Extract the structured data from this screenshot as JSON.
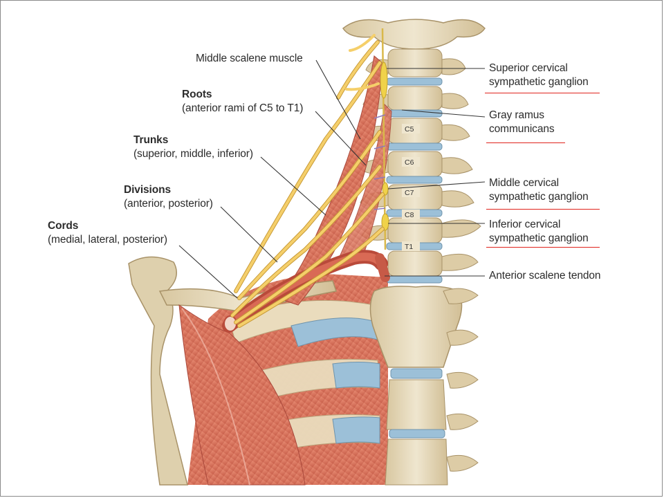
{
  "colors": {
    "bone": "#eadfc3",
    "bone_shade": "#c8b48a",
    "disc": "#9cc0d8",
    "muscle": "#e07a62",
    "muscle_dark": "#b9523e",
    "nerve": "#f2c862",
    "ganglion": "#f0d24a",
    "annotation_underline": "#e0221b"
  },
  "labels": {
    "middle_scalene": "Middle scalene muscle",
    "roots_title": "Roots",
    "roots_sub": "(anterior rami of C5 to T1)",
    "trunks_title": "Trunks",
    "trunks_sub": "(superior, middle, inferior)",
    "divisions_title": "Divisions",
    "divisions_sub": "(anterior, posterior)",
    "cords_title": "Cords",
    "cords_sub": "(medial, lateral, posterior)",
    "sup_ganglion_1": "Superior cervical",
    "sup_ganglion_2": "sympathetic ganglion",
    "gray_ramus_1": "Gray ramus",
    "gray_ramus_2": "communicans",
    "mid_ganglion_1": "Middle cervical",
    "mid_ganglion_2": "sympathetic ganglion",
    "inf_ganglion_1": "Inferior cervical",
    "inf_ganglion_2": "sympathetic ganglion",
    "ant_scalene": "Anterior scalene tendon"
  },
  "vertebra_labels": [
    "C5",
    "C6",
    "C7",
    "C8",
    "T1"
  ]
}
